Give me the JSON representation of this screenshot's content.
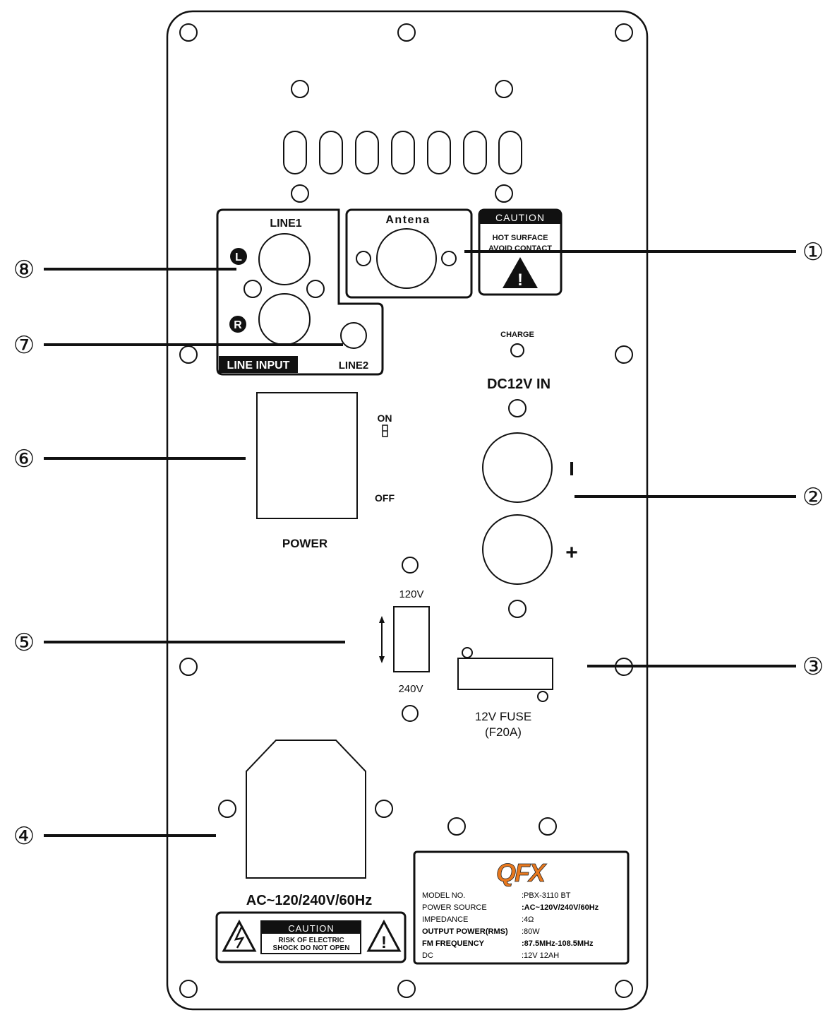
{
  "callouts": [
    {
      "id": "1",
      "label": "①"
    },
    {
      "id": "2",
      "label": "②"
    },
    {
      "id": "3",
      "label": "③"
    },
    {
      "id": "4",
      "label": "④"
    },
    {
      "id": "5",
      "label": "⑤"
    },
    {
      "id": "6",
      "label": "⑥"
    },
    {
      "id": "7",
      "label": "⑦"
    },
    {
      "id": "8",
      "label": "⑧"
    }
  ],
  "line_input": {
    "line1": "LINE1",
    "left_badge": "L",
    "right_badge": "R",
    "title": "LINE INPUT",
    "line2": "LINE2"
  },
  "antenna": {
    "label": "Antena"
  },
  "caution_hot": {
    "header": "CAUTION",
    "line1": "HOT SURFACE",
    "line2": "AVOID CONTACT",
    "symbol": "!"
  },
  "charge": {
    "label": "CHARGE"
  },
  "dc_in": {
    "label": "DC12V IN",
    "minus": "I",
    "plus": "+"
  },
  "power_switch": {
    "on": "ON",
    "off": "OFF",
    "label": "POWER"
  },
  "voltage_selector": {
    "v120": "120V",
    "v240": "240V"
  },
  "fuse": {
    "line1": "12V FUSE",
    "line2": "(F20A)"
  },
  "ac_input": {
    "label": "AC~120/240V/60Hz"
  },
  "caution_shock": {
    "header": "CAUTION",
    "line1": "RISK OF ELECTRIC",
    "line2": "SHOCK DO NOT OPEN",
    "symbol": "!"
  },
  "spec_label": {
    "brand": "QFX",
    "rows": [
      {
        "key": "MODEL NO.",
        "value": ":PBX-3110 BT"
      },
      {
        "key": "POWER SOURCE",
        "value": ":AC~120V/240V/60Hz"
      },
      {
        "key": "IMPEDANCE",
        "value": ":4Ω"
      },
      {
        "key": "OUTPUT POWER(RMS)",
        "value": ":80W"
      },
      {
        "key": "FM FREQUENCY",
        "value": ":87.5MHz-108.5MHz"
      },
      {
        "key": "DC",
        "value": ":12V 12AH"
      }
    ]
  }
}
